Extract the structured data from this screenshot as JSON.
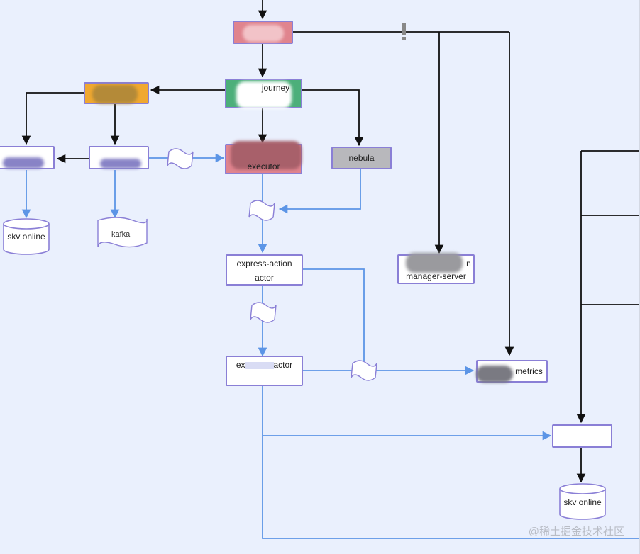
{
  "nodes": {
    "node_top": "",
    "journey": "journey",
    "node_orange": "",
    "node_left1": "",
    "node_left2": "",
    "executor": "executor",
    "nebula": "nebula",
    "express_action_actor_l1": "express-action",
    "express_action_actor_l2": "actor",
    "ex_actor": "ex",
    "ex_actor_suffix": "actor",
    "manager_server_l1": "n",
    "manager_server_l2": "manager-server",
    "metrics": "metrics",
    "node_right": ""
  },
  "storage": {
    "skv_left": "skv online",
    "skv_right": "skv online",
    "kafka": "kafka"
  },
  "watermark": "@稀土掘金技术社区",
  "colors": {
    "background": "#eaf0fd",
    "node_border": "#8a7fd6",
    "black_edge": "#111111",
    "blue_edge": "#5c95e6",
    "journey_fill": "#4caf7a",
    "executor_fill": "#e0848e",
    "top_fill": "#e0848e",
    "orange_fill": "#f0a830",
    "nebula_fill": "#b8b8bc"
  }
}
